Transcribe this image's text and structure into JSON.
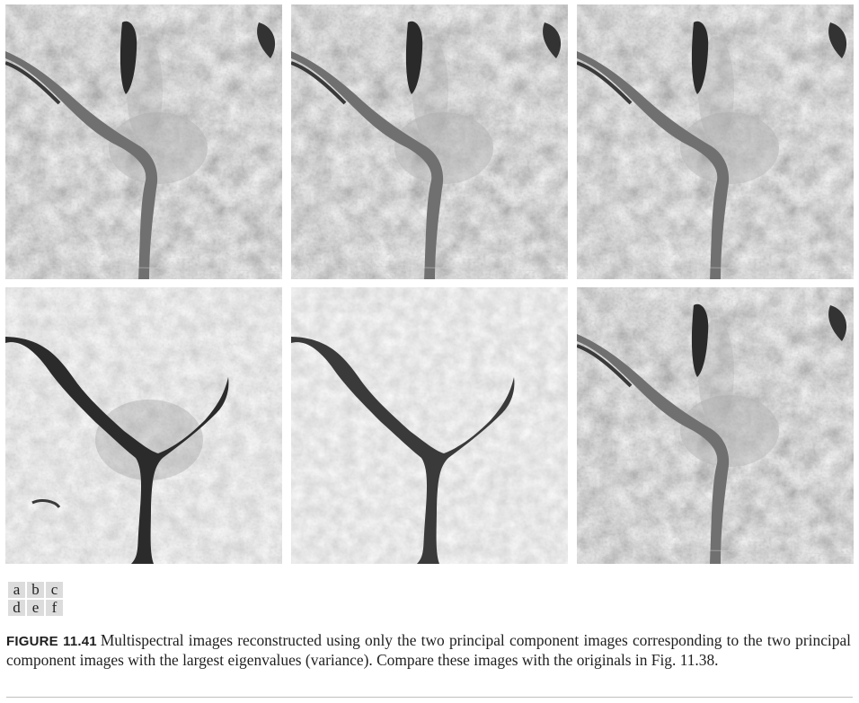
{
  "figure": {
    "panel_key": {
      "rows": [
        [
          "a",
          "b",
          "c"
        ],
        [
          "d",
          "e",
          "f"
        ]
      ]
    },
    "caption": {
      "label": "FIGURE 11.41",
      "text": "Multispectral images reconstructed using only the two principal component images corresponding to the two principal component images with the largest eigenvalues (variance). Compare these images with the originals in Fig. 11.38."
    },
    "panels": [
      {
        "id": "a",
        "tone": "dark"
      },
      {
        "id": "b",
        "tone": "dark"
      },
      {
        "id": "c",
        "tone": "dark"
      },
      {
        "id": "d",
        "tone": "light"
      },
      {
        "id": "e",
        "tone": "light-flat"
      },
      {
        "id": "f",
        "tone": "dark"
      }
    ]
  }
}
